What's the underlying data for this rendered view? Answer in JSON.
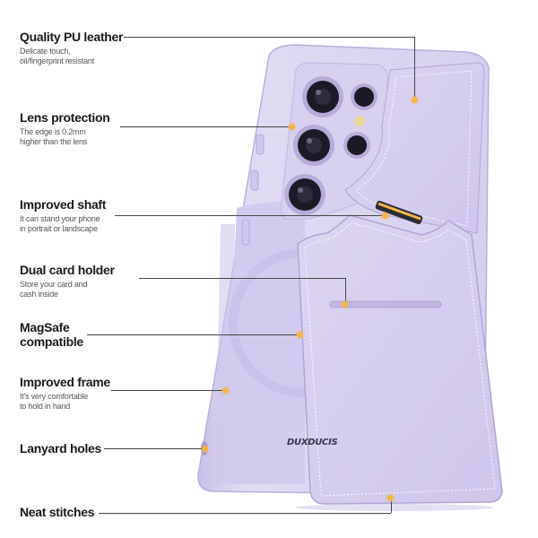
{
  "features": [
    {
      "title": "Quality PU leather",
      "desc": [
        "Delicate touch,",
        "oil/fingerprint resistant"
      ]
    },
    {
      "title": "Lens protection",
      "desc": [
        "The edge is 0.2mm",
        "higher than the lens"
      ]
    },
    {
      "title": "Improved shaft",
      "desc": [
        "It can stand your phone",
        "in portrait or landscape"
      ]
    },
    {
      "title": "Dual card holder",
      "desc": [
        "Store your card and",
        "cash inside"
      ]
    },
    {
      "title": "MagSafe",
      "title2": "compatible",
      "desc": []
    },
    {
      "title": "Improved frame",
      "desc": [
        "It's very comfortable",
        "to hold in hand"
      ]
    },
    {
      "title": "Lanyard holes",
      "desc": []
    },
    {
      "title": "Neat stitches",
      "desc": []
    }
  ],
  "brand": "DUXDUCIS",
  "colors": {
    "case": "#d9d2ee",
    "case_dark": "#bdb2df",
    "accent_dot": "#f2b64a"
  }
}
